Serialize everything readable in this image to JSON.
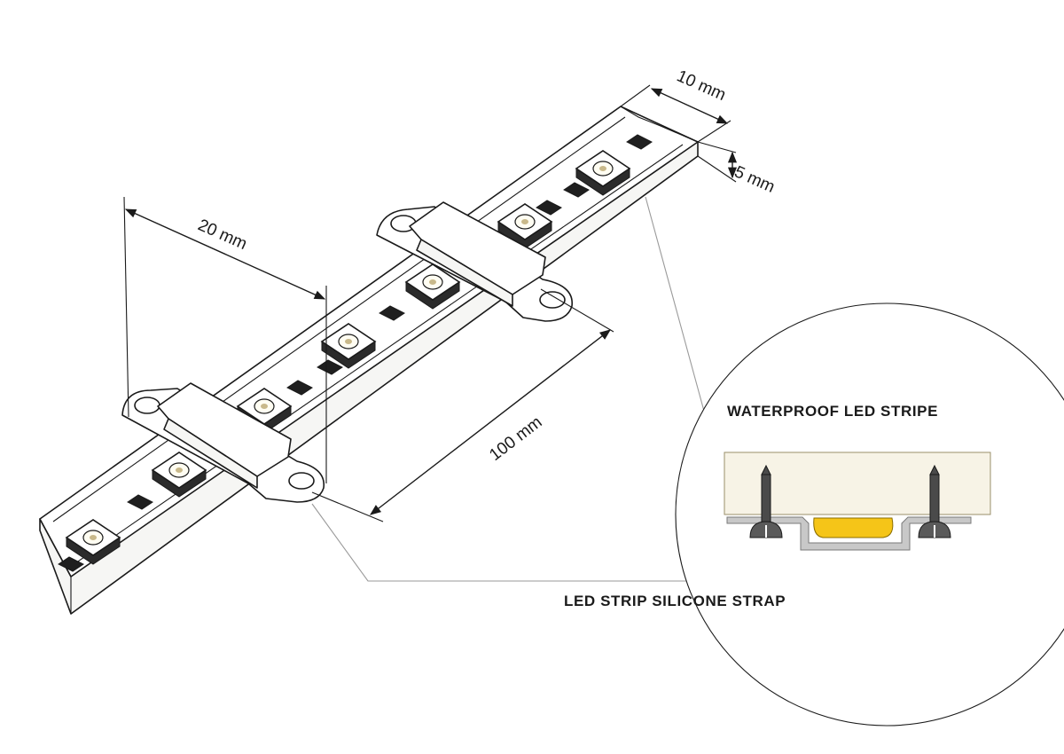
{
  "labels": {
    "width": "10 mm",
    "height": "5 mm",
    "pitch": "20 mm",
    "spacing": "100 mm",
    "waterproof": "WATERPROOF  LED STRIPE",
    "strap": "LED STRIP SILICONE STRAP"
  },
  "colors": {
    "line": "#1a1a1a",
    "leader": "#9a9a9a",
    "wall": "#f7f3e6",
    "led": "#f5c518",
    "profile": "#c8c8c8"
  },
  "icons": {
    "led_chip": "square-chip-with-lens",
    "resistor": "black-rectangle",
    "screw": "screw-icon"
  }
}
